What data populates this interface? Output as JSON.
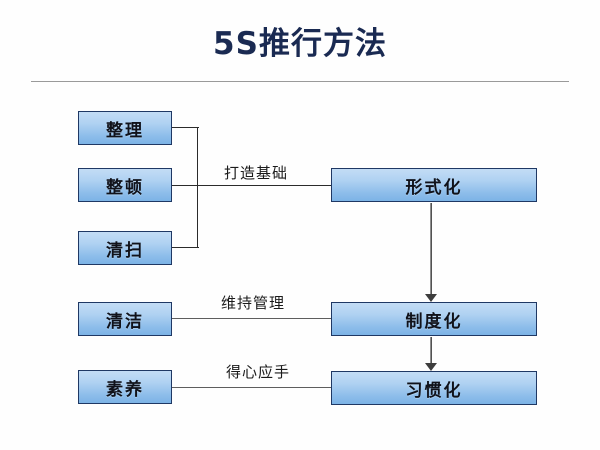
{
  "slide": {
    "title": "5S推行方法",
    "background_color": "#fefefe",
    "title_color": "#1a2a52",
    "box_border_color": "#1f3864",
    "box_fill_top_color": "#c3dcf5",
    "box_fill_bottom_color": "#7cb3e6",
    "connector_color": "#2b2b2b",
    "arrow_color": "#3d3d3d"
  },
  "left_column": {
    "group_items": [
      {
        "label": "整理"
      },
      {
        "label": "整顿"
      },
      {
        "label": "清扫"
      }
    ],
    "single_items": [
      {
        "label": "清洁"
      },
      {
        "label": "素养"
      }
    ]
  },
  "right_column": {
    "stages": [
      {
        "label": "形式化"
      },
      {
        "label": "制度化"
      },
      {
        "label": "习惯化"
      }
    ]
  },
  "edge_labels": [
    {
      "label": "打造基础"
    },
    {
      "label": "维持管理"
    },
    {
      "label": "得心应手"
    }
  ]
}
